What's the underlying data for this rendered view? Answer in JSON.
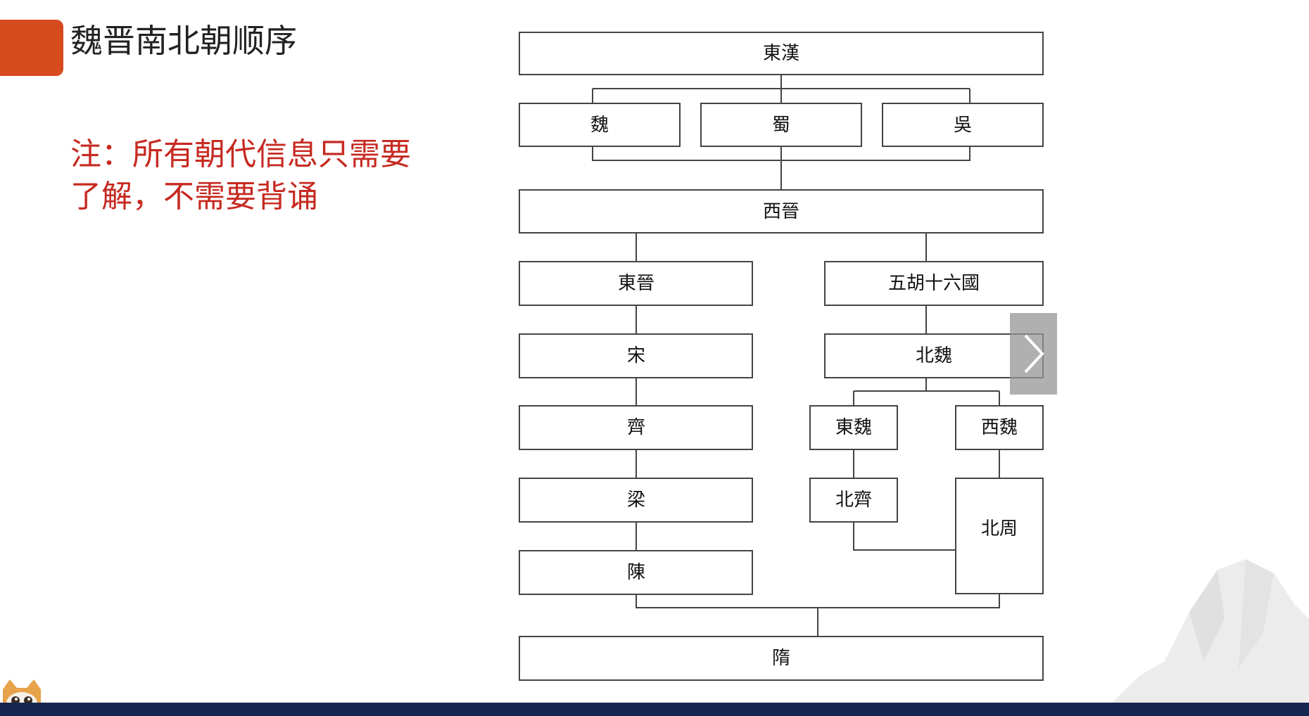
{
  "slide": {
    "title": "魏晋南北朝顺序",
    "note": "注：所有朝代信息只需要了解，不需要背诵"
  },
  "diagram": {
    "nodes": [
      {
        "id": "donghan",
        "label": "東漢"
      },
      {
        "id": "wei",
        "label": "魏"
      },
      {
        "id": "shu",
        "label": "蜀"
      },
      {
        "id": "wu",
        "label": "吳"
      },
      {
        "id": "xijin",
        "label": "西晉"
      },
      {
        "id": "dongjin",
        "label": "東晉"
      },
      {
        "id": "wuhu",
        "label": "五胡十六國"
      },
      {
        "id": "song",
        "label": "宋"
      },
      {
        "id": "beiwei",
        "label": "北魏"
      },
      {
        "id": "qi",
        "label": "齊"
      },
      {
        "id": "dongwei",
        "label": "東魏"
      },
      {
        "id": "xiwei",
        "label": "西魏"
      },
      {
        "id": "liang",
        "label": "梁"
      },
      {
        "id": "beiqi",
        "label": "北齊"
      },
      {
        "id": "beizhou",
        "label": "北周"
      },
      {
        "id": "chen",
        "label": "陳"
      },
      {
        "id": "sui",
        "label": "隋"
      }
    ]
  },
  "controls": {
    "next_icon": "chevron-right-icon"
  },
  "colors": {
    "accent": "#d64a1e",
    "note": "#c62a21",
    "footer": "#152650"
  }
}
